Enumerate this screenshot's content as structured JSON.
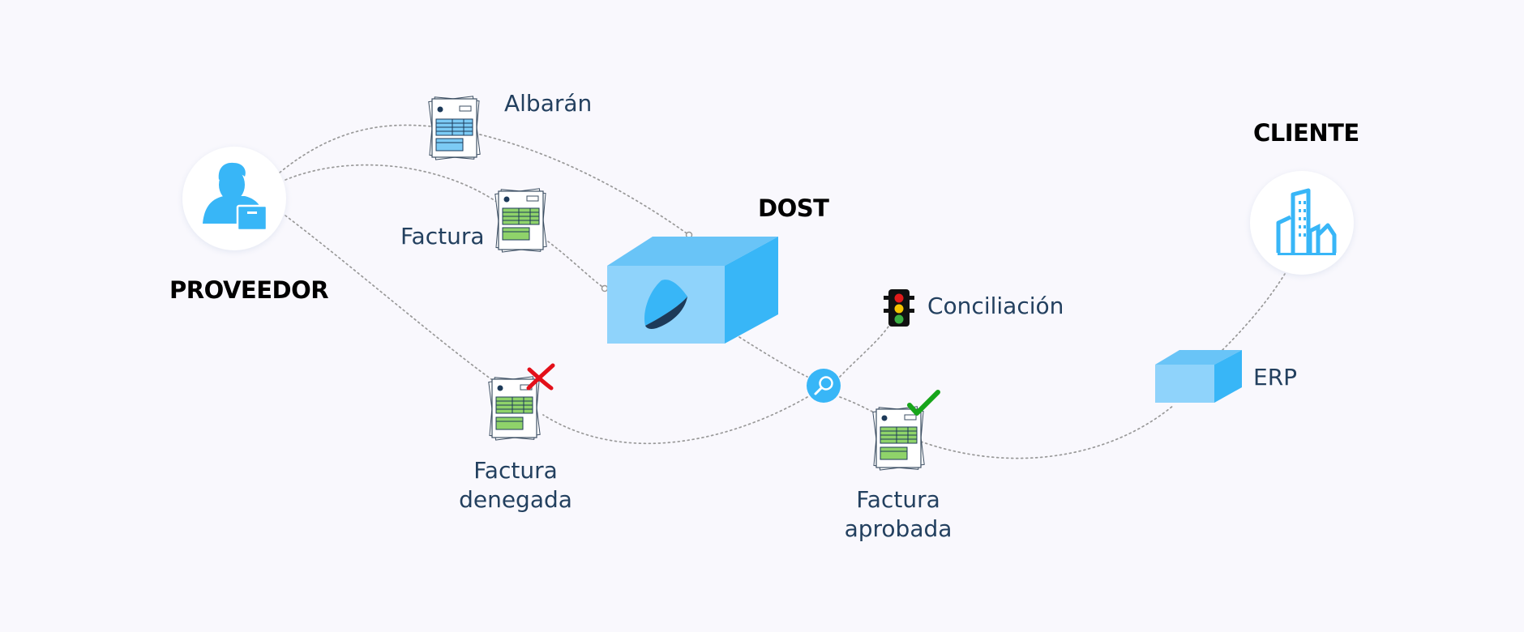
{
  "nodes": {
    "proveedor": {
      "label": "PROVEEDOR",
      "icon": "supplier-person-icon"
    },
    "dost": {
      "label": "DOST",
      "icon": "dost-logo-box-icon"
    },
    "cliente": {
      "label": "CLIENTE",
      "icon": "building-icon"
    },
    "erp": {
      "label": "ERP",
      "icon": "erp-box-icon"
    }
  },
  "documents": {
    "albaran": {
      "label": "Albarán",
      "icon": "document-icon"
    },
    "factura": {
      "label": "Factura",
      "icon": "invoice-icon"
    },
    "factura_denegada": {
      "line1": "Factura",
      "line2": "denegada",
      "icon": "invoice-icon",
      "status_icon": "red-cross-icon"
    },
    "factura_aprobada": {
      "line1": "Factura",
      "line2": "aprobada",
      "icon": "invoice-icon",
      "status_icon": "green-check-icon"
    }
  },
  "steps": {
    "conciliacion": {
      "label": "Conciliación",
      "icon": "traffic-light-icon"
    },
    "review": {
      "icon": "magnifier-icon"
    }
  },
  "colors": {
    "background": "#f9f8fd",
    "accent_blue": "#38b6f7",
    "light_blue": "#8fd3fb",
    "text_dark": "#23405f",
    "connector": "#999999",
    "invoice_green": "#8fd36a",
    "albaran_blue": "#7ccbf5",
    "deny_red": "#e3101a",
    "approve_green": "#17a51a"
  }
}
